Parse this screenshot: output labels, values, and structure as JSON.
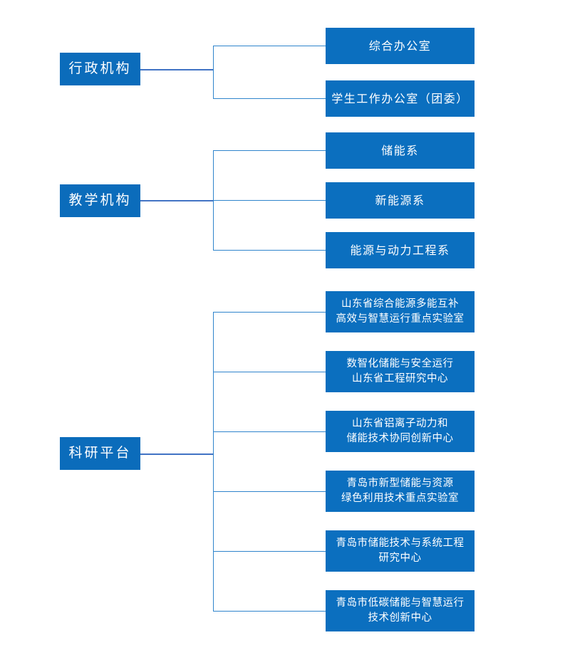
{
  "diagram": {
    "type": "organizational-chart",
    "title": "",
    "orientation": "left-to-right",
    "box_color": "#0b6fbf",
    "line_color": "#2f84cc",
    "text_color": "#ffffff",
    "groups": [
      {
        "id": "admin",
        "parent_label": "行政机构",
        "children": [
          {
            "id": "admin-1",
            "lines": [
              "综合办公室"
            ]
          },
          {
            "id": "admin-2",
            "lines": [
              "学生工作办公室（团委）"
            ]
          }
        ]
      },
      {
        "id": "teaching",
        "parent_label": "教学机构",
        "children": [
          {
            "id": "teach-1",
            "lines": [
              "储能系"
            ]
          },
          {
            "id": "teach-2",
            "lines": [
              "新能源系"
            ]
          },
          {
            "id": "teach-3",
            "lines": [
              "能源与动力工程系"
            ]
          }
        ]
      },
      {
        "id": "research",
        "parent_label": "科研平台",
        "children": [
          {
            "id": "res-1",
            "lines": [
              "山东省综合能源多能互补",
              "高效与智慧运行重点实验室"
            ]
          },
          {
            "id": "res-2",
            "lines": [
              "数智化储能与安全运行",
              "山东省工程研究中心"
            ]
          },
          {
            "id": "res-3",
            "lines": [
              "山东省铝离子动力和",
              "储能技术协同创新中心"
            ]
          },
          {
            "id": "res-4",
            "lines": [
              "青岛市新型储能与资源",
              "绿色利用技术重点实验室"
            ]
          },
          {
            "id": "res-5",
            "lines": [
              "青岛市储能技术与系统工程",
              "研究中心"
            ]
          },
          {
            "id": "res-6",
            "lines": [
              "青岛市低碳储能与智慧运行",
              "技术创新中心"
            ]
          }
        ]
      }
    ]
  }
}
